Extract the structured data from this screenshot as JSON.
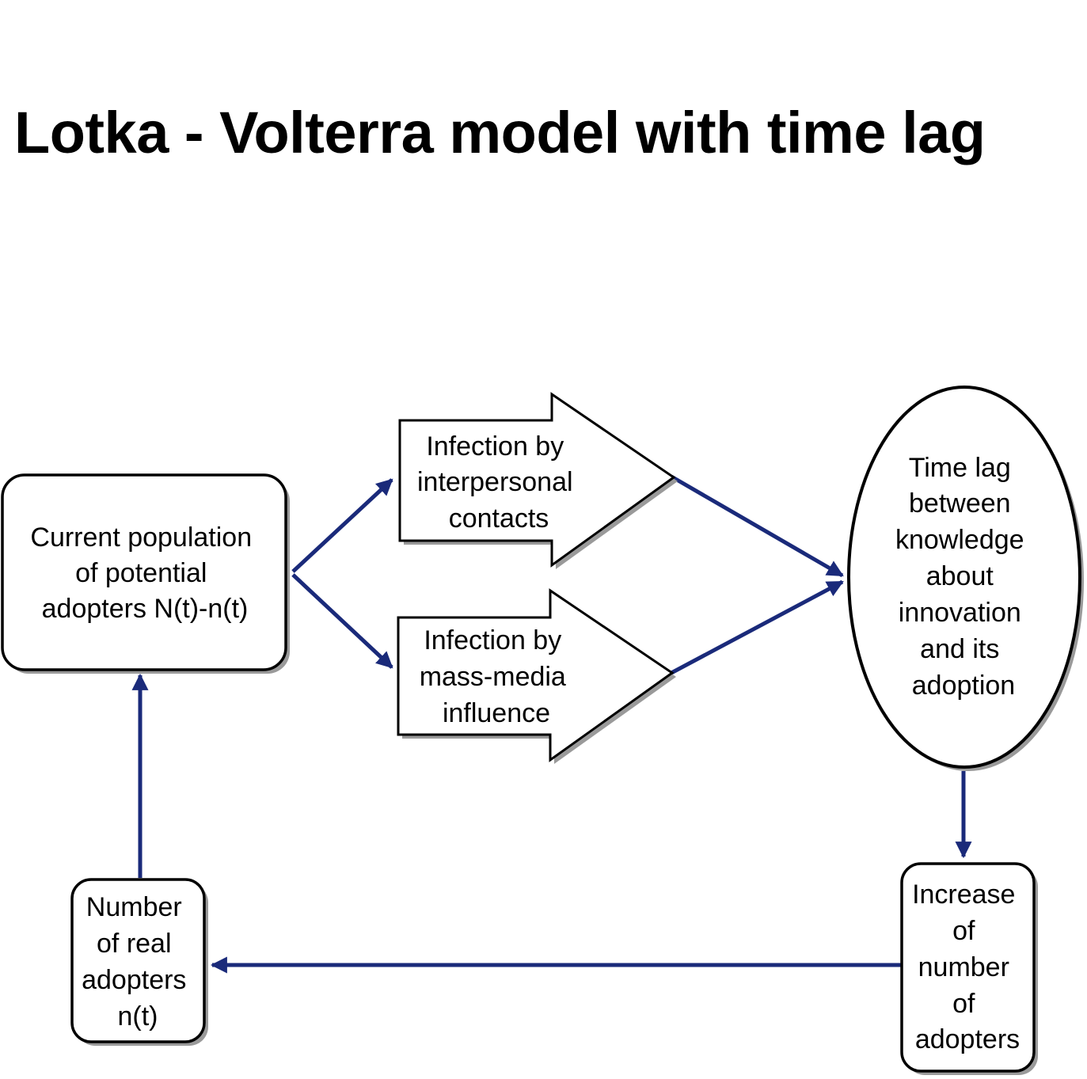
{
  "title": "Lotka - Volterra model with time lag",
  "colors": {
    "arrow": "#1a2a7a",
    "node_border": "#000000",
    "node_fill": "#ffffff",
    "shadow": "#9a9a9a"
  },
  "nodes": {
    "current_population": {
      "shape": "rounded-rectangle",
      "lines": [
        "Current population",
        "of potential",
        "adopters N(t)-n(t)"
      ]
    },
    "interpersonal_infection": {
      "shape": "block-arrow",
      "lines": [
        "Infection by",
        "interpersonal",
        "contacts"
      ]
    },
    "mass_media_infection": {
      "shape": "block-arrow",
      "lines": [
        "Infection by",
        "mass-media",
        "influence"
      ]
    },
    "time_lag": {
      "shape": "ellipse",
      "lines": [
        "Time lag",
        "between",
        "knowledge",
        "about",
        "innovation",
        "and its",
        "adoption"
      ]
    },
    "increase_adopters": {
      "shape": "rounded-rectangle",
      "lines": [
        "Increase",
        "of",
        "number",
        "of",
        "adopters"
      ]
    },
    "real_adopters": {
      "shape": "rounded-rectangle",
      "lines": [
        "Number",
        "of real",
        "adopters",
        "n(t)"
      ]
    }
  },
  "edges": [
    {
      "from": "current_population",
      "to": "interpersonal_infection"
    },
    {
      "from": "current_population",
      "to": "mass_media_infection"
    },
    {
      "from": "interpersonal_infection",
      "to": "time_lag"
    },
    {
      "from": "mass_media_infection",
      "to": "time_lag"
    },
    {
      "from": "time_lag",
      "to": "increase_adopters"
    },
    {
      "from": "increase_adopters",
      "to": "real_adopters"
    },
    {
      "from": "real_adopters",
      "to": "current_population"
    }
  ]
}
